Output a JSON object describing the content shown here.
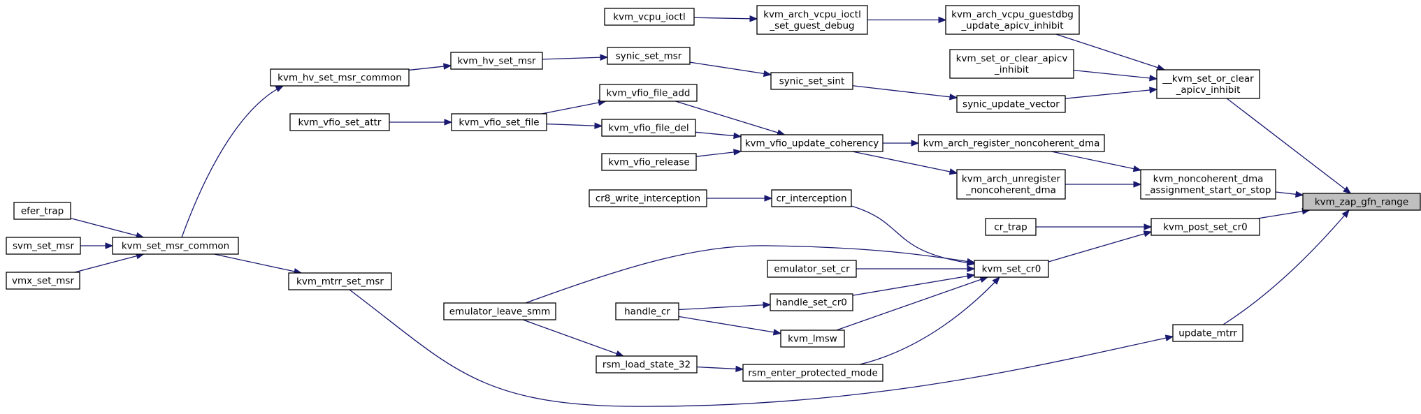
{
  "graph": {
    "type": "call-graph",
    "colors": {
      "edge": "#191970",
      "node_border": "#000000",
      "focus_fill": "#bfbfbf",
      "node_fill": "#ffffff"
    },
    "nodes": [
      {
        "id": "kvm_zap_gfn_range",
        "lines": [
          "kvm_zap_gfn_range"
        ],
        "focus": true
      },
      {
        "id": "kvm_set_or_clear_apicv_inhibit_2",
        "lines": [
          "__kvm_set_or_clear",
          "_apicv_inhibit"
        ]
      },
      {
        "id": "kvm_noncoherent_dma_assignment_start_or_stop",
        "lines": [
          "kvm_noncoherent_dma",
          "_assignment_start_or_stop"
        ]
      },
      {
        "id": "kvm_post_set_cr0",
        "lines": [
          "kvm_post_set_cr0"
        ]
      },
      {
        "id": "update_mtrr",
        "lines": [
          "update_mtrr"
        ]
      },
      {
        "id": "kvm_arch_vcpu_guestdbg_update_apicv_inhibit",
        "lines": [
          "kvm_arch_vcpu_guestdbg",
          "_update_apicv_inhibit"
        ]
      },
      {
        "id": "kvm_set_or_clear_apicv_inhibit",
        "lines": [
          "kvm_set_or_clear_apicv",
          "_inhibit"
        ]
      },
      {
        "id": "synic_update_vector",
        "lines": [
          "synic_update_vector"
        ]
      },
      {
        "id": "kvm_arch_register_noncoherent_dma",
        "lines": [
          "kvm_arch_register_noncoherent_dma"
        ]
      },
      {
        "id": "kvm_arch_unregister_noncoherent_dma",
        "lines": [
          "kvm_arch_unregister",
          "_noncoherent_dma"
        ]
      },
      {
        "id": "cr_trap",
        "lines": [
          "cr_trap"
        ]
      },
      {
        "id": "kvm_set_cr0",
        "lines": [
          "kvm_set_cr0"
        ]
      },
      {
        "id": "kvm_arch_vcpu_ioctl_set_guest_debug",
        "lines": [
          "kvm_arch_vcpu_ioctl",
          "_set_guest_debug"
        ]
      },
      {
        "id": "synic_set_sint",
        "lines": [
          "synic_set_sint"
        ]
      },
      {
        "id": "kvm_vfio_update_coherency",
        "lines": [
          "kvm_vfio_update_coherency"
        ]
      },
      {
        "id": "cr_interception",
        "lines": [
          "cr_interception"
        ]
      },
      {
        "id": "emulator_set_cr",
        "lines": [
          "emulator_set_cr"
        ]
      },
      {
        "id": "handle_set_cr0",
        "lines": [
          "handle_set_cr0"
        ]
      },
      {
        "id": "kvm_lmsw",
        "lines": [
          "kvm_lmsw"
        ]
      },
      {
        "id": "rsm_enter_protected_mode",
        "lines": [
          "rsm_enter_protected_mode"
        ]
      },
      {
        "id": "kvm_vcpu_ioctl",
        "lines": [
          "kvm_vcpu_ioctl"
        ]
      },
      {
        "id": "synic_set_msr",
        "lines": [
          "synic_set_msr"
        ]
      },
      {
        "id": "kvm_vfio_file_add",
        "lines": [
          "kvm_vfio_file_add"
        ]
      },
      {
        "id": "kvm_vfio_file_del",
        "lines": [
          "kvm_vfio_file_del"
        ]
      },
      {
        "id": "kvm_vfio_release",
        "lines": [
          "kvm_vfio_release"
        ]
      },
      {
        "id": "cr8_write_interception",
        "lines": [
          "cr8_write_interception"
        ]
      },
      {
        "id": "handle_cr",
        "lines": [
          "handle_cr"
        ]
      },
      {
        "id": "rsm_load_state_32",
        "lines": [
          "rsm_load_state_32"
        ]
      },
      {
        "id": "kvm_hv_set_msr",
        "lines": [
          "kvm_hv_set_msr"
        ]
      },
      {
        "id": "kvm_vfio_set_file",
        "lines": [
          "kvm_vfio_set_file"
        ]
      },
      {
        "id": "emulator_leave_smm",
        "lines": [
          "emulator_leave_smm"
        ]
      },
      {
        "id": "kvm_hv_set_msr_common",
        "lines": [
          "kvm_hv_set_msr_common"
        ]
      },
      {
        "id": "kvm_vfio_set_attr",
        "lines": [
          "kvm_vfio_set_attr"
        ]
      },
      {
        "id": "kvm_mtrr_set_msr",
        "lines": [
          "kvm_mtrr_set_msr"
        ]
      },
      {
        "id": "kvm_set_msr_common",
        "lines": [
          "kvm_set_msr_common"
        ]
      },
      {
        "id": "efer_trap",
        "lines": [
          "efer_trap"
        ]
      },
      {
        "id": "svm_set_msr",
        "lines": [
          "svm_set_msr"
        ]
      },
      {
        "id": "vmx_set_msr",
        "lines": [
          "vmx_set_msr"
        ]
      }
    ],
    "edges": [
      {
        "from": "kvm_set_or_clear_apicv_inhibit_2",
        "to": "kvm_zap_gfn_range"
      },
      {
        "from": "kvm_noncoherent_dma_assignment_start_or_stop",
        "to": "kvm_zap_gfn_range"
      },
      {
        "from": "kvm_post_set_cr0",
        "to": "kvm_zap_gfn_range"
      },
      {
        "from": "update_mtrr",
        "to": "kvm_zap_gfn_range"
      },
      {
        "from": "kvm_arch_vcpu_guestdbg_update_apicv_inhibit",
        "to": "kvm_set_or_clear_apicv_inhibit_2"
      },
      {
        "from": "kvm_set_or_clear_apicv_inhibit",
        "to": "kvm_set_or_clear_apicv_inhibit_2"
      },
      {
        "from": "synic_update_vector",
        "to": "kvm_set_or_clear_apicv_inhibit_2"
      },
      {
        "from": "kvm_arch_register_noncoherent_dma",
        "to": "kvm_noncoherent_dma_assignment_start_or_stop"
      },
      {
        "from": "kvm_arch_unregister_noncoherent_dma",
        "to": "kvm_noncoherent_dma_assignment_start_or_stop"
      },
      {
        "from": "cr_trap",
        "to": "kvm_post_set_cr0"
      },
      {
        "from": "kvm_set_cr0",
        "to": "kvm_post_set_cr0"
      },
      {
        "from": "kvm_mtrr_set_msr",
        "to": "update_mtrr"
      },
      {
        "from": "kvm_arch_vcpu_ioctl_set_guest_debug",
        "to": "kvm_arch_vcpu_guestdbg_update_apicv_inhibit"
      },
      {
        "from": "synic_set_sint",
        "to": "synic_update_vector"
      },
      {
        "from": "kvm_vfio_update_coherency",
        "to": "kvm_arch_register_noncoherent_dma"
      },
      {
        "from": "kvm_vfio_update_coherency",
        "to": "kvm_arch_unregister_noncoherent_dma"
      },
      {
        "from": "cr_interception",
        "to": "kvm_set_cr0"
      },
      {
        "from": "emulator_leave_smm",
        "to": "kvm_set_cr0"
      },
      {
        "from": "emulator_set_cr",
        "to": "kvm_set_cr0"
      },
      {
        "from": "handle_set_cr0",
        "to": "kvm_set_cr0"
      },
      {
        "from": "kvm_lmsw",
        "to": "kvm_set_cr0"
      },
      {
        "from": "rsm_enter_protected_mode",
        "to": "kvm_set_cr0"
      },
      {
        "from": "kvm_vcpu_ioctl",
        "to": "kvm_arch_vcpu_ioctl_set_guest_debug"
      },
      {
        "from": "synic_set_msr",
        "to": "synic_set_sint"
      },
      {
        "from": "kvm_vfio_file_add",
        "to": "kvm_vfio_update_coherency"
      },
      {
        "from": "kvm_vfio_file_del",
        "to": "kvm_vfio_update_coherency"
      },
      {
        "from": "kvm_vfio_release",
        "to": "kvm_vfio_update_coherency"
      },
      {
        "from": "cr8_write_interception",
        "to": "cr_interception"
      },
      {
        "from": "handle_cr",
        "to": "handle_set_cr0"
      },
      {
        "from": "handle_cr",
        "to": "kvm_lmsw"
      },
      {
        "from": "rsm_load_state_32",
        "to": "rsm_enter_protected_mode"
      },
      {
        "from": "emulator_leave_smm",
        "to": "rsm_load_state_32"
      },
      {
        "from": "kvm_hv_set_msr",
        "to": "synic_set_msr"
      },
      {
        "from": "kvm_vfio_set_file",
        "to": "kvm_vfio_file_add"
      },
      {
        "from": "kvm_vfio_set_file",
        "to": "kvm_vfio_file_del"
      },
      {
        "from": "kvm_hv_set_msr_common",
        "to": "kvm_hv_set_msr"
      },
      {
        "from": "kvm_vfio_set_attr",
        "to": "kvm_vfio_set_file"
      },
      {
        "from": "kvm_set_msr_common",
        "to": "kvm_hv_set_msr_common"
      },
      {
        "from": "kvm_set_msr_common",
        "to": "kvm_mtrr_set_msr"
      },
      {
        "from": "efer_trap",
        "to": "kvm_set_msr_common"
      },
      {
        "from": "svm_set_msr",
        "to": "kvm_set_msr_common"
      },
      {
        "from": "vmx_set_msr",
        "to": "kvm_set_msr_common"
      }
    ]
  }
}
